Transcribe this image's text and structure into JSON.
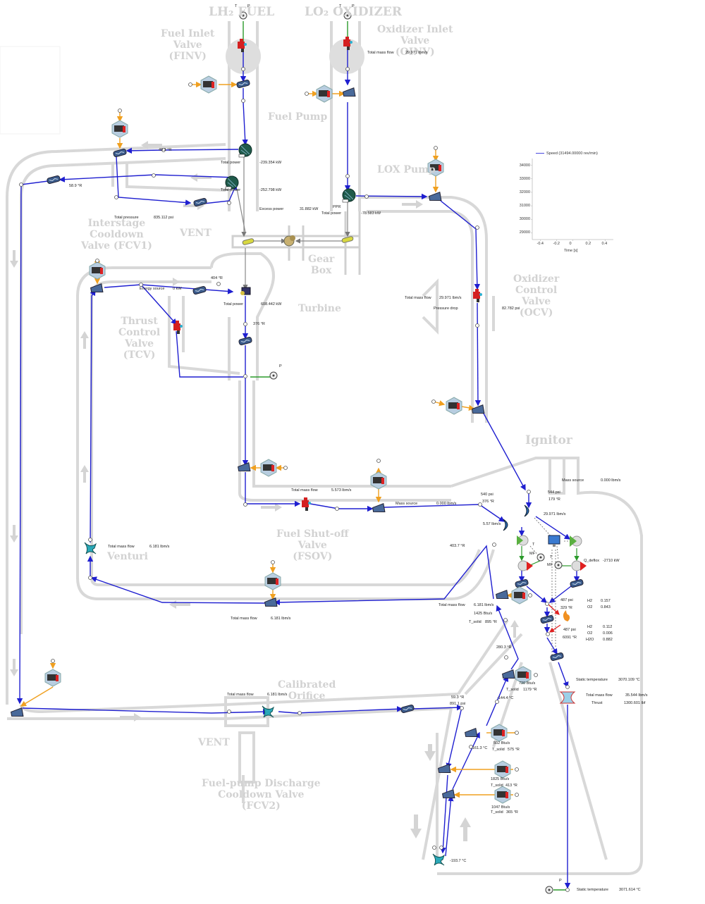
{
  "title_labels": {
    "lh2_fuel": "LH₂ FUEL",
    "lo2_oxidizer": "LO₂ OXIDIZER",
    "fuel_inlet_valve": [
      "Fuel Inlet",
      "Valve",
      "(FINV)"
    ],
    "oxidizer_inlet_valve": [
      "Oxidizer Inlet",
      "Valve",
      "(OINV)"
    ],
    "fuel_pump": "Fuel Pump",
    "lox_pump": "LOX Pump",
    "interstage_valve": [
      "Interstage",
      "Cooldown",
      "Valve (FCV1)"
    ],
    "vent_top": "VENT",
    "gear_box": [
      "Gear",
      "Box"
    ],
    "turbine": "Turbine",
    "thrust_control_valve": [
      "Thrust",
      "Control",
      "Valve",
      "(TCV)"
    ],
    "oxidizer_control_valve": [
      "Oxidizer",
      "Control",
      "Valve",
      "(OCV)"
    ],
    "ignitor": "Ignitor",
    "fuel_shutoff_valve": [
      "Fuel Shut-off",
      "Valve",
      "(FSOV)"
    ],
    "venturi": "Venturi",
    "calibrated_orifice": [
      "Calibrated",
      "Orifice"
    ],
    "vent_bottom": "VENT",
    "fcv2": [
      "Fuel-pump Discharge",
      "Cooldown Valve",
      "(FCV2)"
    ]
  },
  "sensor_labels": {
    "t": "T",
    "p": "P",
    "mf": "MF"
  },
  "readouts": {
    "ox_inlet_mass_flow": {
      "label": "Total mass flow",
      "value": "29.971 lbm/s"
    },
    "fuel_temp_1": "49.3 °R",
    "fuel_pump_power_1": {
      "label": "Total power",
      "value": "-239.354 kW"
    },
    "fuel_temp_2": "58.9 °R",
    "fuel_pump_power_2": {
      "label": "Total power",
      "value": "-252.798 kW"
    },
    "excess_power": {
      "label": "Excess power",
      "value": "31.882 kW"
    },
    "total_pressure": {
      "label": "Total pressure",
      "value": "835.112 psi"
    },
    "lox_pump": {
      "prr_label": "PPR",
      "label": "Total power",
      "value": "-78.583 kW"
    },
    "turbine_in_temp": "404 °R",
    "energy_source": {
      "label": "Energy source",
      "value": "0 kW"
    },
    "turbine_power": {
      "label": "Total power",
      "value": "608.442 kW"
    },
    "turbine_out_temp": "376 °R",
    "ocv_mass_flow": {
      "label": "Total mass flow",
      "value": "29.971 lbm/s"
    },
    "ocv_pressure_drop": {
      "label": "Pressure drop",
      "value": "82.782 psi"
    },
    "fsov_mass_flow": {
      "label": "Total mass flow",
      "value": "5.573 lbm/s"
    },
    "mass_source_1": {
      "label": "Mass source",
      "value": "0.000 lbm/s"
    },
    "inj_fuel_p": "540 psi",
    "inj_fuel_t": "376 °R",
    "inj_fuel_flow": "5.57 lbm/s",
    "ignitor_mass_source": {
      "label": "Mass source",
      "value": "0.000 lbm/s"
    },
    "inj_ox_p": "544 psi",
    "inj_ox_t": "179 °R",
    "inj_ox_flow": "29.971 lbm/s",
    "q_deflox": {
      "label": "Q_deflox",
      "value": "-2710 kW"
    },
    "return_temp": "403.7 °R",
    "venturi_mass_flow": {
      "label": "Total mass flow",
      "value": "6.181 lbm/s"
    },
    "lower_loop_mass_flow": {
      "label": "Total mass flow",
      "value": "6.181 lbm/s"
    },
    "jacket_mass_flow": {
      "label": "Total mass flow",
      "value": "6.181 lbm/s"
    },
    "jacket_heat_1": {
      "q": "1425 Btu/s",
      "t_label": "T_solid",
      "t_value": "895 °R"
    },
    "chamber_1": {
      "p": "487 psi",
      "t": "329 °R",
      "h2_label": "H2",
      "h2": "0.157",
      "o2_label": "O2",
      "o2": "0.843"
    },
    "chamber_2": {
      "p": "487 psi",
      "t": "6091 °R",
      "h2_label": "H2",
      "h2": "0.112",
      "o2_label": "O2",
      "o2": "0.006",
      "h2o_label": "H2O",
      "h2o": "0.882"
    },
    "jacket_temp_mid": "280.3 °R",
    "jacket_heat_2": {
      "q": "720 Btu/s",
      "t_label": "T_solid",
      "t_value": "1179 °R"
    },
    "nozzle_static_temp": {
      "label": "Static temperature",
      "value": "3070.109 °C"
    },
    "nozzle_mass_flow": {
      "label": "Total mass flow",
      "value": "35.544 lbm/s"
    },
    "thrust": {
      "label": "Thrust",
      "value": "1300.601 lbf"
    },
    "orifice_mass_flow": {
      "label": "Total mass flow",
      "value": "6.181 lbm/s"
    },
    "junction_t": "59.3 °R",
    "junction_p": "891.1 psi",
    "jacket_temp_c1": "-144.4 °C",
    "jacket_temp_c2": "-161.3 °C",
    "jacket_heat_3": {
      "q": "502 Btu/s",
      "t_label": "T_solid",
      "t_value": "575 °R"
    },
    "jacket_heat_4": {
      "q": "1825 Btu/s",
      "t_label": "T_solid",
      "t_value": "413 °R"
    },
    "jacket_heat_5": {
      "q": "1047 Btu/s",
      "t_label": "T_solid",
      "t_value": "365 °R"
    },
    "bottom_temp": "-193.7 °C",
    "exit_static_temp": {
      "label": "Static temperature",
      "value": "3071.614 °C"
    }
  },
  "colors": {
    "flow": "#1f1fd0",
    "heat": "#f0a020",
    "signal": "#2a9a2a",
    "shaft": "#888888",
    "background_schematic": "#d8d8d8",
    "combustion": "#e02020"
  },
  "chart_data": {
    "type": "line",
    "title": "",
    "legend": [
      "Speed (31494.00000 rev/min)"
    ],
    "legend_position": "top",
    "xlabel": "Time [s]",
    "ylabel": "",
    "xlim": [
      -0.5,
      0.5
    ],
    "ylim": [
      28500,
      34500
    ],
    "xticks": [
      "-0.4",
      "-0.2",
      "0",
      "0.2",
      "0.4"
    ],
    "yticks": [
      "34000",
      "33000",
      "32000",
      "31000",
      "30000",
      "29000"
    ],
    "series": [
      {
        "name": "Speed (31494.00000 rev/min)",
        "x": [],
        "values": []
      }
    ],
    "grid": false
  }
}
